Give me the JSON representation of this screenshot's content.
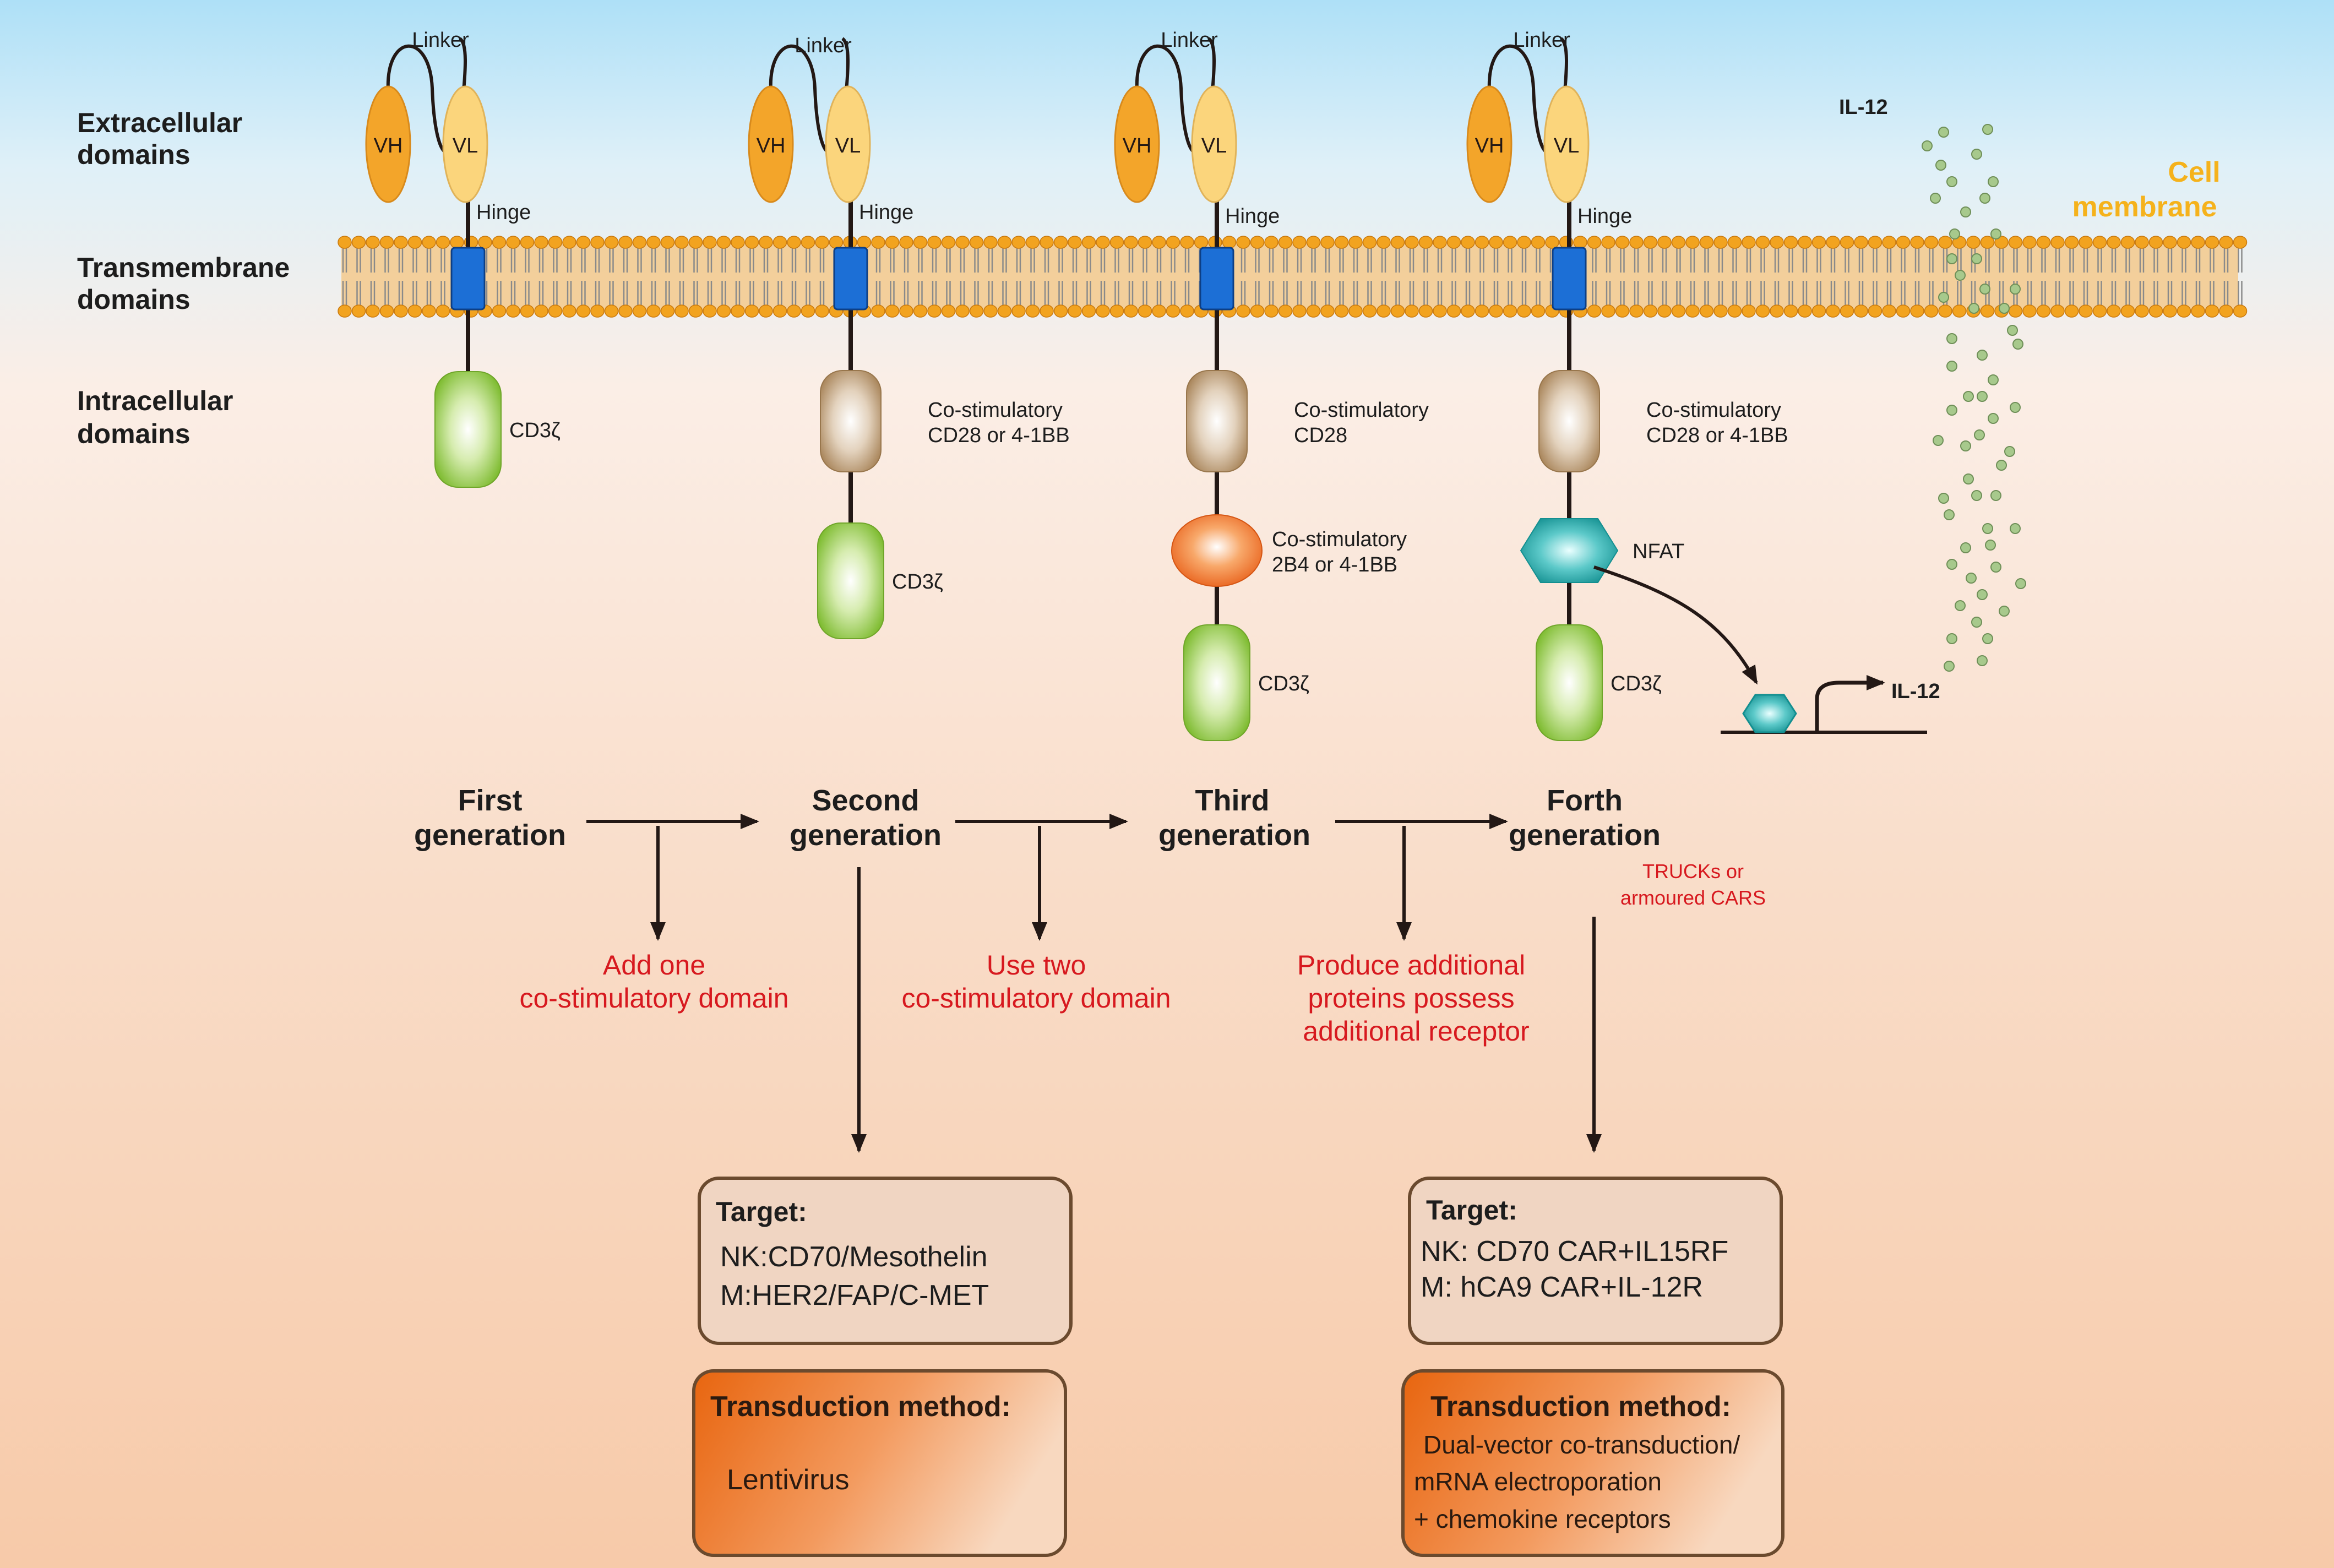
{
  "row_labels": {
    "extracellular": [
      "Extracellular",
      "domains"
    ],
    "transmembrane": [
      "Transmembrane",
      "domains"
    ],
    "intracellular": [
      "Intracellular",
      "domains"
    ]
  },
  "membrane_label": [
    "Cell",
    "membrane"
  ],
  "constructs": [
    {
      "linker": "Linker",
      "vh": "VH",
      "vl": "VL",
      "hinge": "Hinge",
      "domains": [
        {
          "type": "cd3z",
          "label": [
            "CD3ζ"
          ]
        }
      ]
    },
    {
      "linker": "Linker",
      "vh": "VH",
      "vl": "VL",
      "hinge": "Hinge",
      "domains": [
        {
          "type": "costim",
          "label": [
            "Co-stimulatory",
            "CD28 or 4-1BB"
          ]
        },
        {
          "type": "cd3z",
          "label": [
            "CD3ζ"
          ]
        }
      ]
    },
    {
      "linker": "Linker",
      "vh": "VH",
      "vl": "VL",
      "hinge": "Hinge",
      "domains": [
        {
          "type": "costim",
          "label": [
            "Co-stimulatory",
            "CD28"
          ]
        },
        {
          "type": "costim2",
          "label": [
            "Co-stimulatory",
            "2B4 or 4-1BB"
          ]
        },
        {
          "type": "cd3z",
          "label": [
            "CD3ζ"
          ]
        }
      ]
    },
    {
      "linker": "Linker",
      "vh": "VH",
      "vl": "VL",
      "hinge": "Hinge",
      "domains": [
        {
          "type": "costim",
          "label": [
            "Co-stimulatory",
            "CD28 or 4-1BB"
          ]
        },
        {
          "type": "nfat",
          "label": [
            "NFAT"
          ]
        },
        {
          "type": "cd3z",
          "label": [
            "CD3ζ"
          ]
        }
      ]
    }
  ],
  "il12": {
    "top_label": "IL-12",
    "gene_label": "IL-12"
  },
  "generations": [
    {
      "label": [
        "First",
        "generation"
      ]
    },
    {
      "label": [
        "Second",
        "generation"
      ]
    },
    {
      "label": [
        "Third",
        "generation"
      ]
    },
    {
      "label": [
        "Forth",
        "generation"
      ],
      "note": [
        "TRUCKs or",
        "armoured CARS"
      ]
    }
  ],
  "transitions": [
    {
      "text": [
        "Add one",
        "co-stimulatory domain"
      ]
    },
    {
      "text": [
        "Use two",
        "co-stimulatory domain"
      ]
    },
    {
      "text": [
        "Produce additional",
        "proteins possess",
        "additional receptor"
      ]
    }
  ],
  "target_boxes": [
    {
      "title": "Target:",
      "lines": [
        "NK:CD70/Mesothelin",
        "M:HER2/FAP/C-MET"
      ]
    },
    {
      "title": "Target:",
      "lines": [
        "NK: CD70 CAR+IL15RF",
        "M: hCA9 CAR+IL-12R"
      ]
    }
  ],
  "transduction_boxes": [
    {
      "title": "Transduction method:",
      "lines": [
        "Lentivirus"
      ]
    },
    {
      "title": "Transduction method:",
      "lines": [
        "Dual-vector co-transduction/",
        "mRNA electroporation",
        "+ chemokine receptors"
      ]
    }
  ],
  "colors": {
    "annotation_red": "#d7191f",
    "membrane_label": "#f5b21c",
    "vh": "#f3a52a",
    "vl": "#fbd57c",
    "tm": "#1c6fd6",
    "cd3z": "#8cc63f",
    "costim": "#b99c77",
    "costim2": "#f07a2b",
    "nfat": "#1fa5a5",
    "il12_dot": "#9cbf82"
  }
}
